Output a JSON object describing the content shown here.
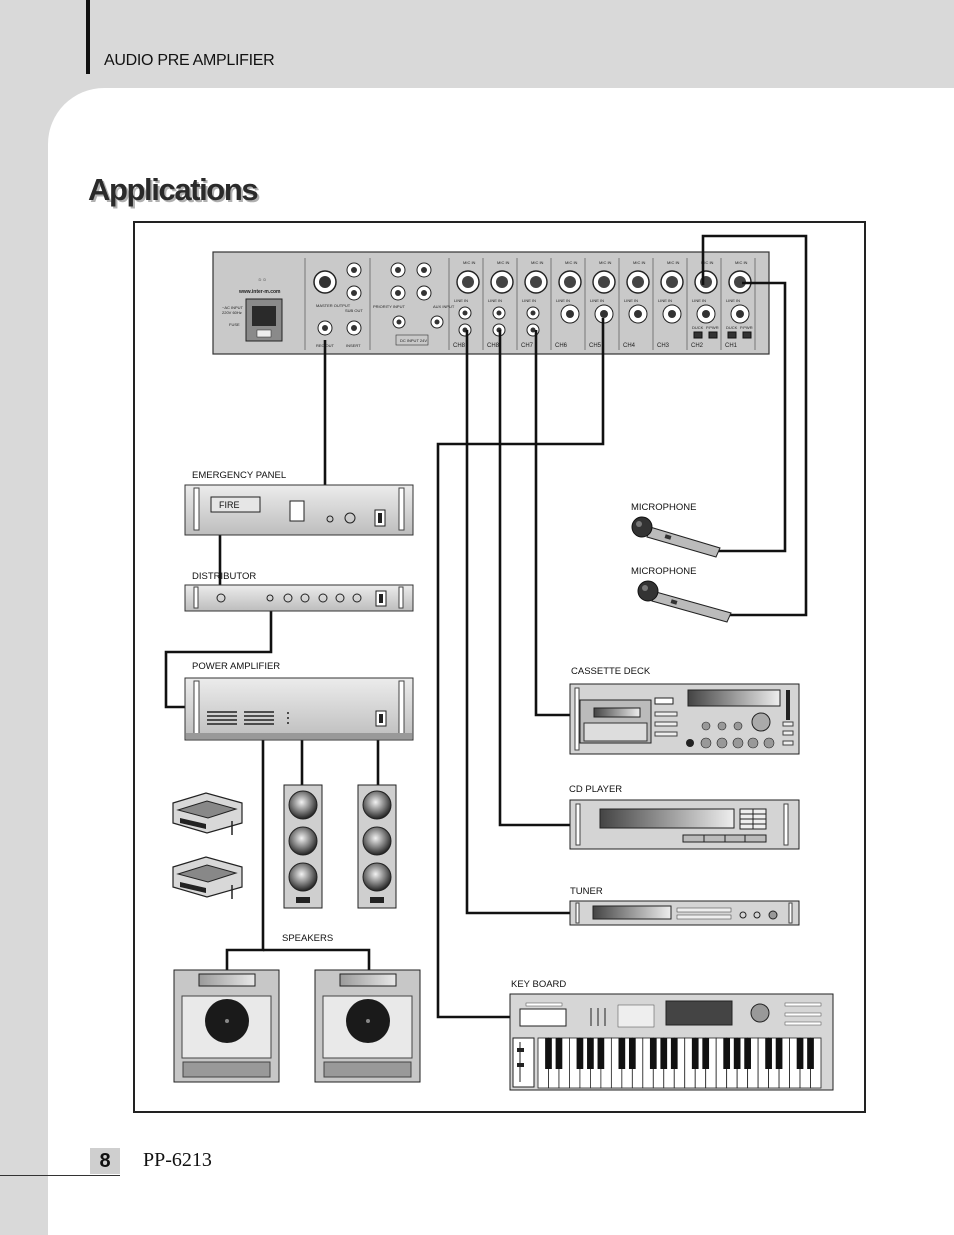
{
  "header": {
    "title": "AUDIO PRE AMPLIFIER"
  },
  "section": {
    "title": "Applications"
  },
  "rear_panel": {
    "website": "www.inter-m.com",
    "labels": {
      "ac_input": "~AC INPUT",
      "ac_spec": "220V 60Hz",
      "fuse": "FUSE",
      "master_output": "MASTER OUTPUT",
      "sub_out": "SUB OUT",
      "rec_out": "REC OUT",
      "insert": "INSERT",
      "priority_input": "PRIORITY INPUT",
      "aux_input": "AUX INPUT",
      "dc_input": "DC INPUT 24V",
      "mic_in": "MIC IN",
      "line_in": "LINE IN",
      "duck": "DUCK",
      "phantom": "P.PWR"
    },
    "channels": [
      "CH8",
      "CH8",
      "CH7",
      "CH6",
      "CH5",
      "CH4",
      "CH3",
      "CH2",
      "CH1"
    ]
  },
  "devices": {
    "emergency_panel": "EMERGENCY PANEL",
    "fire_display": "FIRE",
    "distributor": "DISTRIBUTOR",
    "power_amplifier": "POWER AMPLIFIER",
    "speakers": "SPEAKERS",
    "microphone_1": "MICROPHONE",
    "microphone_2": "MICROPHONE",
    "cassette_deck": "CASSETTE DECK",
    "cd_player": "CD PLAYER",
    "tuner": "TUNER",
    "keyboard": "KEY BOARD"
  },
  "footer": {
    "page_number": "8",
    "model": "PP-6213"
  }
}
